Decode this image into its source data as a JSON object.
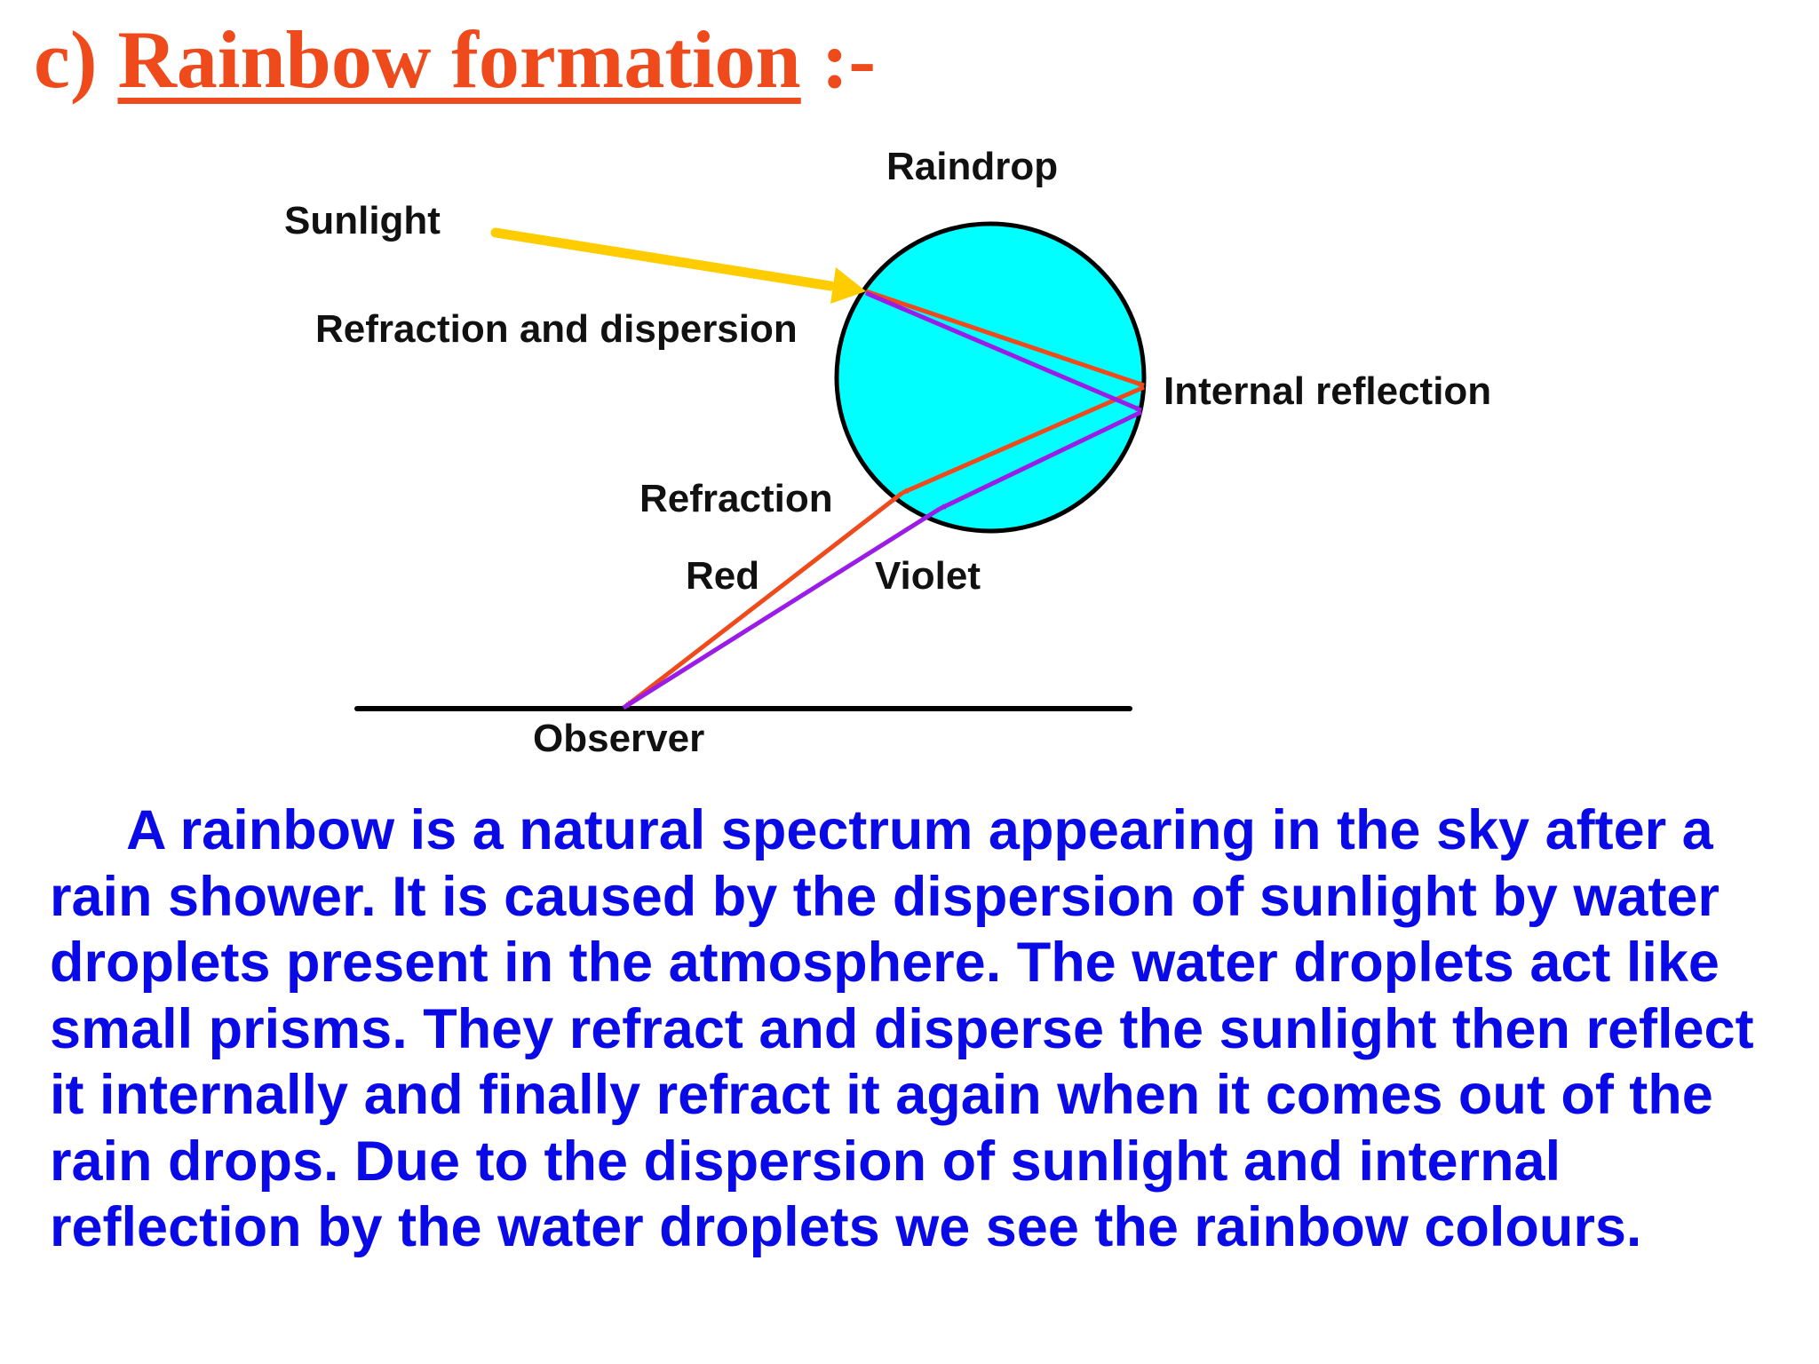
{
  "title": {
    "prefix": "c) ",
    "main": "Rainbow formation",
    "suffix": " :-"
  },
  "diagram": {
    "labels": {
      "raindrop": "Raindrop",
      "sunlight": "Sunlight",
      "refraction_dispersion": "Refraction and dispersion",
      "internal_reflection": "Internal reflection",
      "refraction": "Refraction",
      "red": "Red",
      "violet": "Violet",
      "observer": "Observer"
    },
    "colors": {
      "raindrop_fill": "#00ffff",
      "sunlight": "#ffcc00",
      "red_ray": "#ef4a1c",
      "violet_ray": "#9b1ce6",
      "ground": "#000000"
    }
  },
  "paragraph": "A rainbow is a natural spectrum appearing in the sky after a rain shower. It is caused by the dispersion of sunlight by water droplets present in the atmosphere. The water droplets act like small prisms. They refract and disperse the sunlight then reflect it internally and finally refract it again when it comes out of the rain drops. Due to the dispersion of sunlight and internal reflection by the water droplets we see the rainbow colours."
}
